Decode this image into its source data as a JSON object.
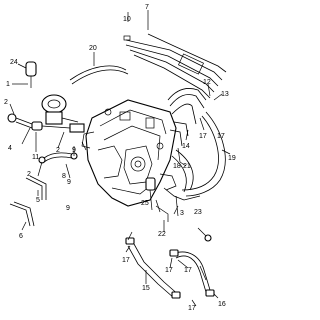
{
  "callouts": [
    {
      "id": "c1",
      "text": "1"
    },
    {
      "id": "c2",
      "text": "2"
    },
    {
      "id": "c2b",
      "text": "2"
    },
    {
      "id": "c2c",
      "text": "2"
    },
    {
      "id": "c3",
      "text": "3"
    },
    {
      "id": "c4",
      "text": "4"
    },
    {
      "id": "c5",
      "text": "5"
    },
    {
      "id": "c6",
      "text": "6"
    },
    {
      "id": "c7",
      "text": "7"
    },
    {
      "id": "c8",
      "text": "8"
    },
    {
      "id": "c9",
      "text": "9"
    },
    {
      "id": "c9b",
      "text": "9"
    },
    {
      "id": "c10",
      "text": "10"
    },
    {
      "id": "c11",
      "text": "11"
    },
    {
      "id": "c12",
      "text": "12"
    },
    {
      "id": "c13",
      "text": "13"
    },
    {
      "id": "c14",
      "text": "14"
    },
    {
      "id": "c15",
      "text": "15"
    },
    {
      "id": "c16",
      "text": "16"
    },
    {
      "id": "c17a",
      "text": "17"
    },
    {
      "id": "c17b",
      "text": "17"
    },
    {
      "id": "c17c",
      "text": "17"
    },
    {
      "id": "c17d",
      "text": "17"
    },
    {
      "id": "c17e",
      "text": "17"
    },
    {
      "id": "c17f",
      "text": "17"
    },
    {
      "id": "c18",
      "text": "18"
    },
    {
      "id": "c19",
      "text": "19"
    },
    {
      "id": "c20",
      "text": "20"
    },
    {
      "id": "c21",
      "text": "21"
    },
    {
      "id": "c22",
      "text": "22"
    },
    {
      "id": "c23",
      "text": "23"
    },
    {
      "id": "c24",
      "text": "24"
    },
    {
      "id": "c25",
      "text": "25"
    }
  ]
}
